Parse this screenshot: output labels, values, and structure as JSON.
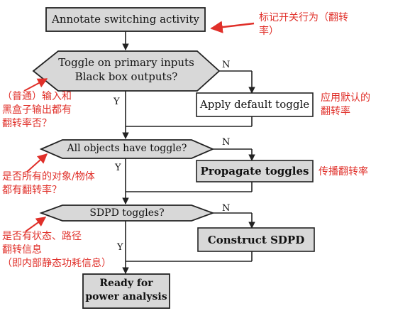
{
  "flowchart": {
    "steps": {
      "annotate": "Annotate switching activity",
      "decision_primary_line1": "Toggle on primary inputs",
      "decision_primary_line2": "Black box outputs?",
      "apply_default": "Apply default toggle",
      "decision_all": "All objects have toggle?",
      "propagate": "Propagate toggles",
      "decision_sdpd": "SDPD toggles?",
      "construct": "Construct SDPD",
      "ready_line1": "Ready for",
      "ready_line2": "power analysis"
    },
    "branch_labels": {
      "yes": "Y",
      "no": "N"
    }
  },
  "annotations": {
    "annotate_note": [
      "标记开关行为（翻转",
      "率）"
    ],
    "primary_note": [
      "（普通）输入和",
      "黑盒子输出都有",
      "翻转率否？"
    ],
    "default_note": [
      "应用默认的",
      "翻转率"
    ],
    "all_note": [
      "是否所有的对象/物体",
      "都有翻转率？"
    ],
    "propagate_note": [
      "传播翻转率"
    ],
    "sdpd_note": [
      "是否有状态、路径",
      "翻转信息",
      "（即内部静态功耗信息）"
    ]
  },
  "colors": {
    "box_fill": "#d8d8d8",
    "line": "#222222",
    "annotation": "#e0302a"
  }
}
